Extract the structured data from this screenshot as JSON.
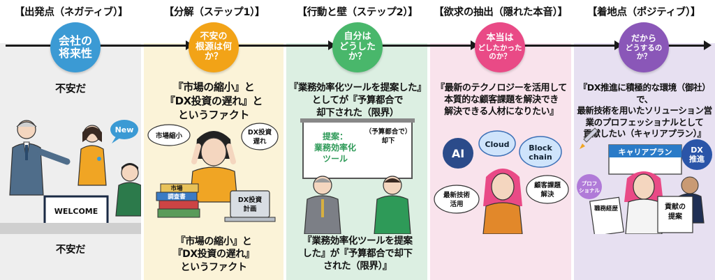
{
  "steps": [
    {
      "title": "【出発点（ネガティブ）】",
      "circle": [
        "会社の",
        "将来性"
      ],
      "top_quote": [
        "不安だ"
      ],
      "bottom_quote": [
        "不安だ"
      ],
      "illustration": {
        "sign": "WELCOME",
        "bubble": "New"
      },
      "color": "#3b9ad4"
    },
    {
      "title": "【分解（ステップ1）】",
      "circle": [
        "不安の",
        "根源は何か？"
      ],
      "top_quote": [
        "『市場の縮小』と",
        "『DX投資の遅れ』と",
        "というファクト"
      ],
      "bottom_quote": [
        "『市場の縮小』と",
        "『DX投資の遅れ』",
        "というファクト"
      ],
      "illustration": {
        "bubble_left": "市場縮小",
        "bubble_right": [
          "DX投資",
          "遅れ"
        ],
        "books": [
          "市場",
          "調査書"
        ],
        "laptop": [
          "DX投資",
          "計画"
        ]
      },
      "color": "#f2a317"
    },
    {
      "title": "【行動と壁（ステップ2）】",
      "circle": [
        "自分は",
        "どうしたか？"
      ],
      "top_quote": [
        "『業務効率化ツールを提案した』",
        "としてが『予算都合で",
        "却下された（限界）"
      ],
      "bottom_quote": [
        "『業務効率化ツールを提案",
        "した』が『予算都合で却下",
        "された（限界）』"
      ],
      "illustration": {
        "board": [
          "提案：",
          "業務効率化",
          "ツール"
        ],
        "board_note": [
          "（予算都合で）",
          "却下"
        ]
      },
      "color": "#49b76b"
    },
    {
      "title": "【欲求の抽出（隠れた本音）】",
      "circle": [
        "本当は",
        "どしたかったのか？"
      ],
      "top_quote": [
        "『最新のテクノロジーを活用して",
        "本質的な顧客課題を解決でき",
        "解決できる人材になりたい』"
      ],
      "illustration": {
        "icons": [
          "AI",
          "Cloud",
          "Block",
          "chain"
        ],
        "bubble_left": [
          "最新技術",
          "活用"
        ],
        "bubble_right": [
          "顧客課題",
          "解決"
        ]
      },
      "color": "#e94a86"
    },
    {
      "title": "【着地点（ポジティブ）】",
      "circle": [
        "だから",
        "どうするのか？"
      ],
      "top_quote": [
        "『DX推進に積極的な環境（御社）で、",
        "最新技術を用いたソリューション営",
        "業のプロフェッショナルとして",
        "貢献したい（キャリアプラン）』"
      ],
      "illustration": {
        "board": "キャリアプラン",
        "badge": [
          "DX",
          "推進"
        ],
        "tag": [
          "プロフ",
          "ショナル"
        ],
        "doc_left": "職務経歴",
        "doc_right": [
          "貢献の",
          "提案"
        ]
      },
      "color": "#8a57b8"
    }
  ]
}
